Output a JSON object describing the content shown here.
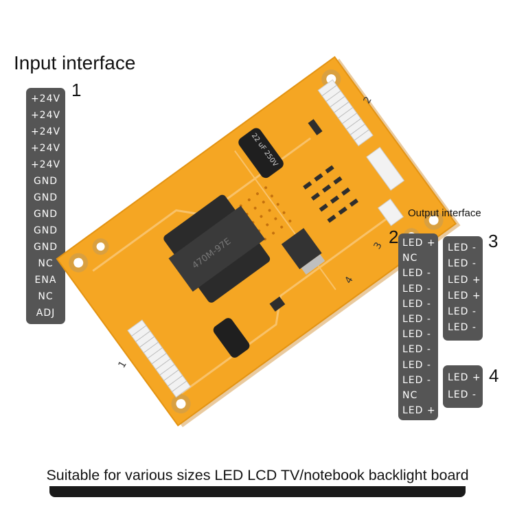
{
  "input_section": {
    "title": "Input interface",
    "connector_number": "1",
    "pins": [
      "+24V",
      "+24V",
      "+24V",
      "+24V",
      "+24V",
      "GND",
      "GND",
      "GND",
      "GND",
      "GND",
      "NC",
      "ENA",
      "NC",
      "ADJ"
    ]
  },
  "output_section": {
    "title": "Output interface",
    "connector_2": {
      "number": "2",
      "pins": [
        "LED +",
        "NC",
        "LED -",
        "LED -",
        "LED -",
        "LED -",
        "LED -",
        "LED -",
        "LED -",
        "LED -",
        "NC",
        "LED +"
      ]
    },
    "connector_3": {
      "number": "3",
      "pins": [
        "LED -",
        "LED -",
        "LED +",
        "LED +",
        "LED -",
        "LED -"
      ]
    },
    "connector_4": {
      "number": "4",
      "pins": [
        "LED +",
        "LED -"
      ]
    }
  },
  "board": {
    "transformer_marking": "470M-97E",
    "capacitor_marking": "22 uF 250V",
    "connector_labels": [
      "1",
      "2",
      "3",
      "4"
    ],
    "colors": {
      "pcb": "#f5a623",
      "copper": "#e8901a",
      "component": "#2b2b2b"
    }
  },
  "footer": {
    "caption": "Suitable for various sizes LED LCD TV/notebook backlight board"
  }
}
